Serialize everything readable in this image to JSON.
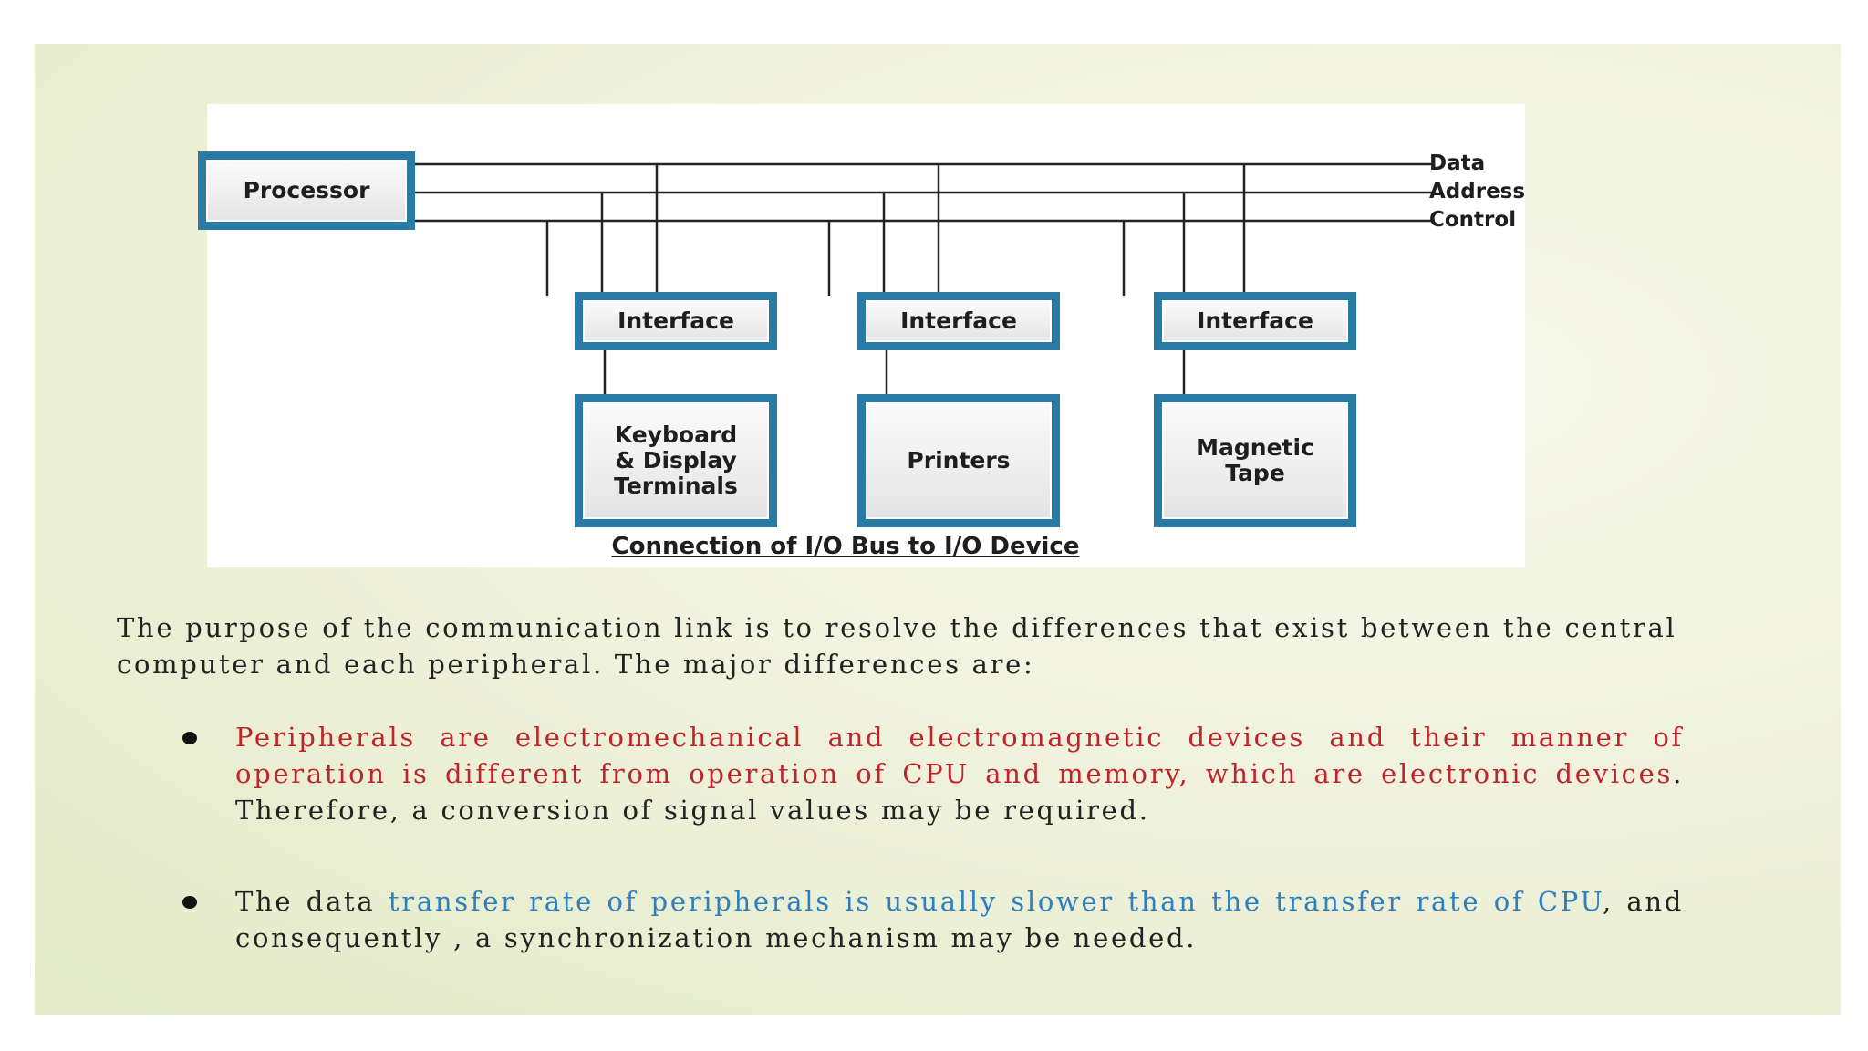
{
  "diagram": {
    "processor": "Processor",
    "bus_lines": [
      "Data",
      "Address",
      "Control"
    ],
    "interfaces": [
      "Interface",
      "Interface",
      "Interface"
    ],
    "devices": [
      [
        "Keyboard",
        "& Display",
        "Terminals"
      ],
      [
        "Printers"
      ],
      [
        "Magnetic",
        "Tape"
      ]
    ],
    "caption": "Connection of I/O Bus to I/O Device"
  },
  "text": {
    "intro": "The purpose of the communication link is to resolve the differences that exist between the central computer and each peripheral. The major differences are:",
    "bullet1": {
      "highlight": "Peripherals are electromechanical and electromagnetic devices and their manner of operation is different from operation of CPU and memory, which are electronic devices",
      "rest": ". Therefore, a conversion of signal values may be required."
    },
    "bullet2": {
      "lead": "The data ",
      "highlight": "transfer rate of peripherals is usually slower than the transfer rate of CPU",
      "rest": ", and consequently , a synchronization mechanism may be needed."
    }
  },
  "colors": {
    "box_border": "#2a7aa6",
    "red_text": "#c0242b",
    "blue_text": "#2c7fc0"
  }
}
